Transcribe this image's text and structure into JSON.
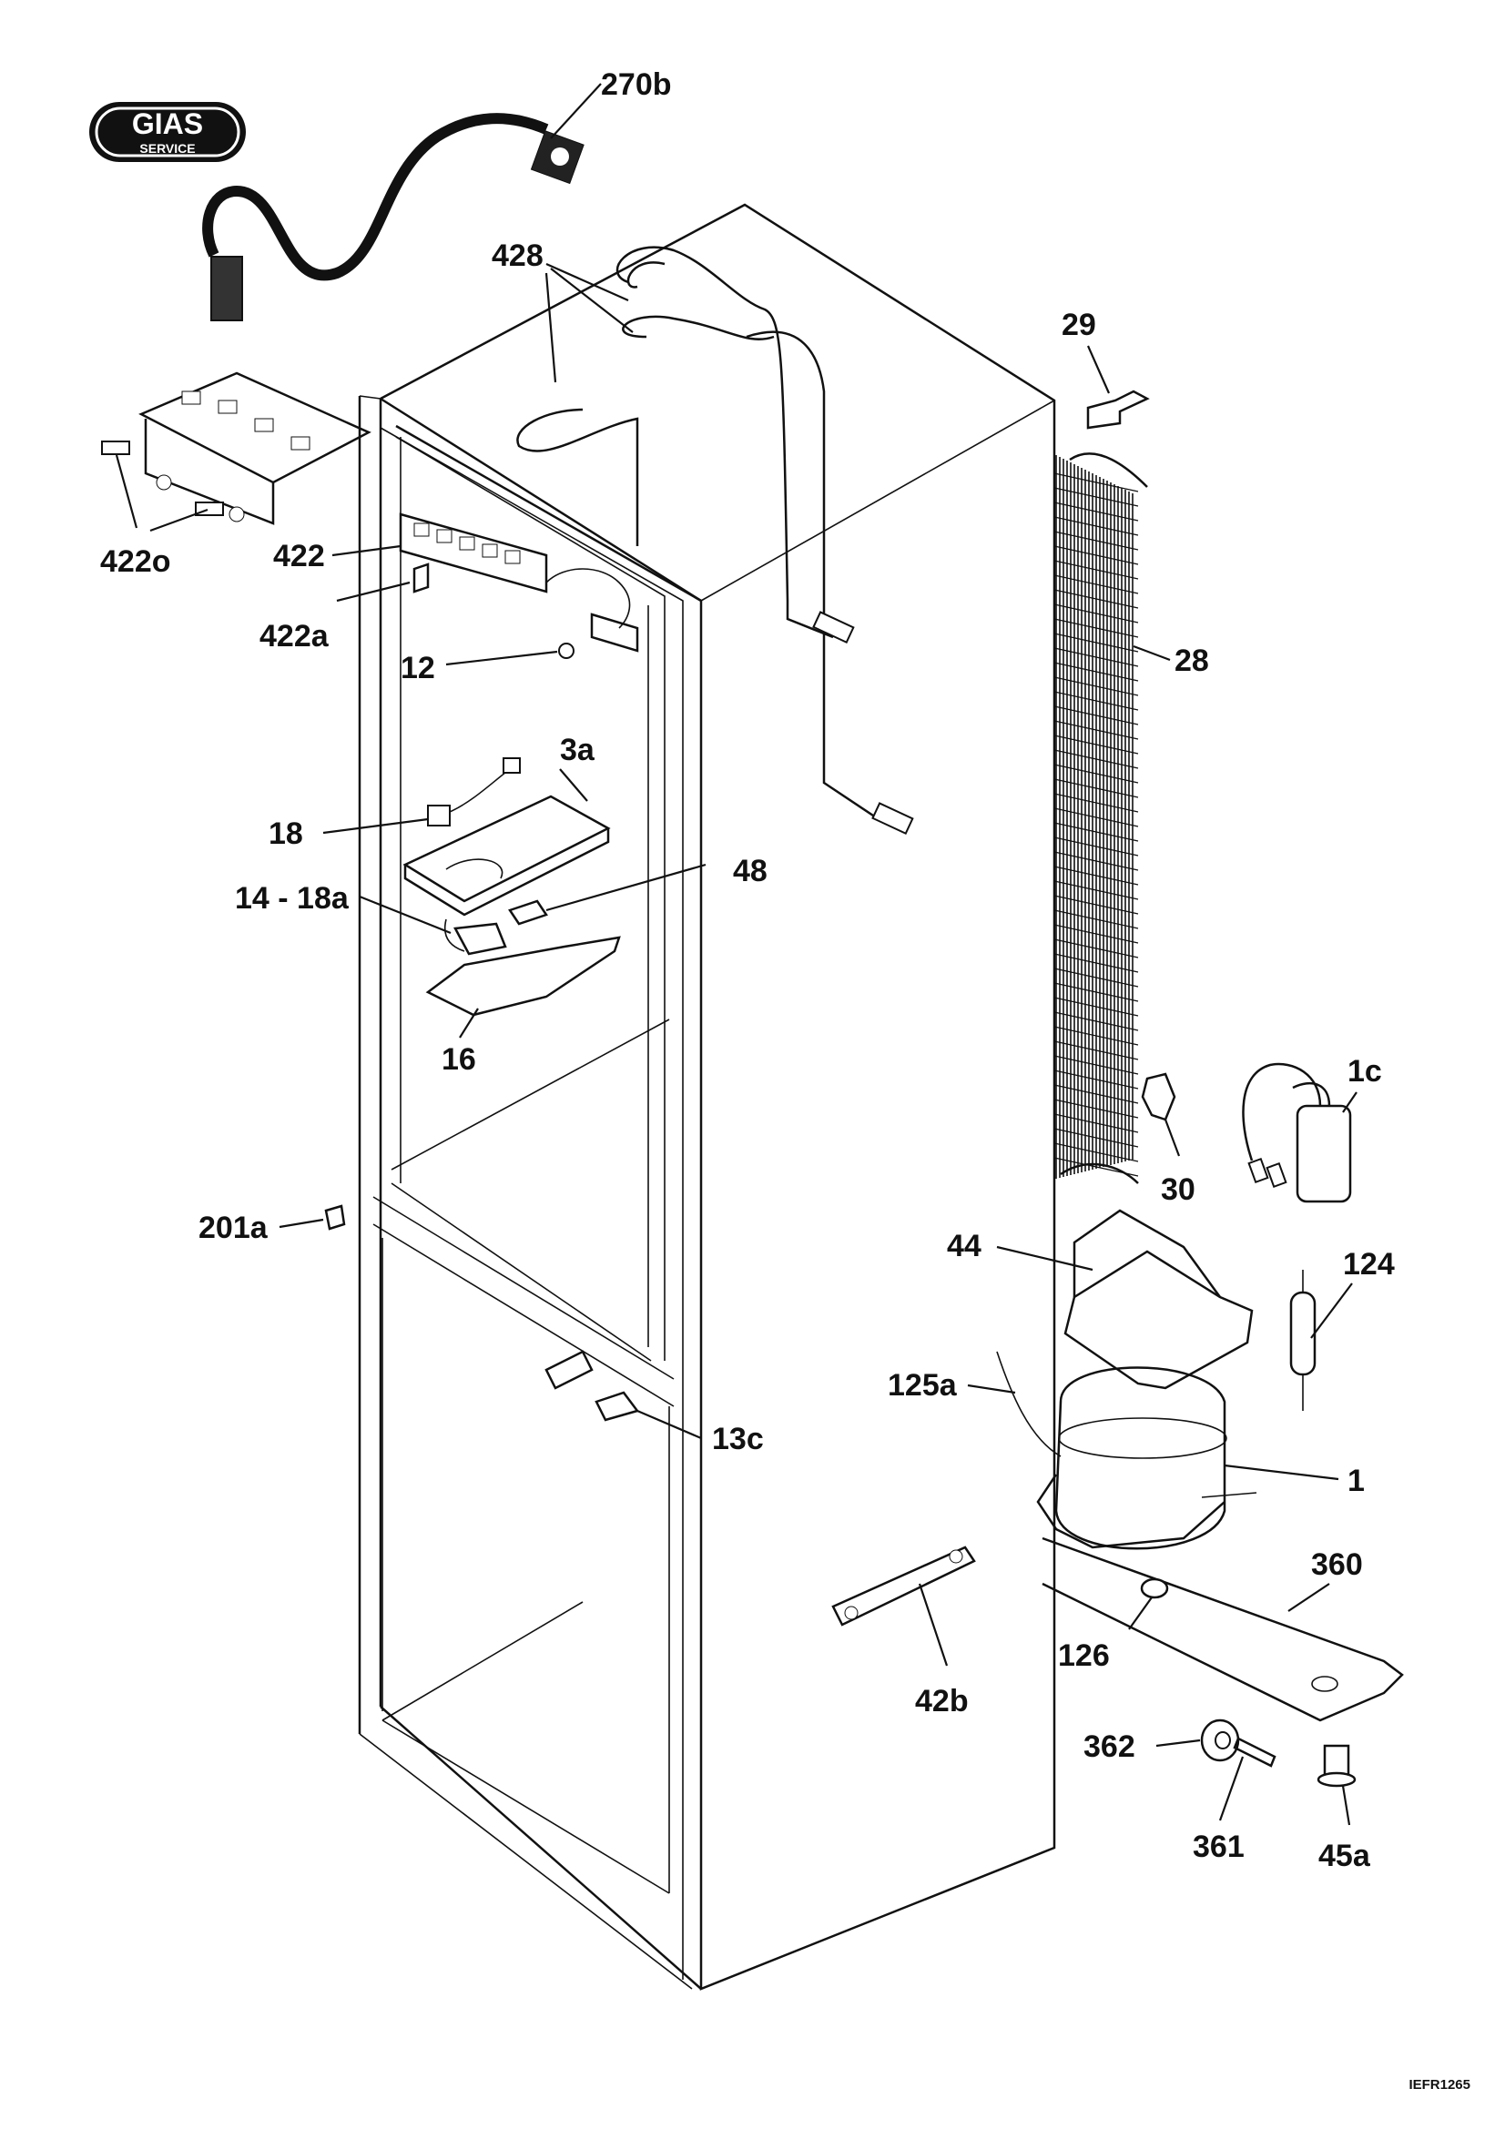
{
  "logo": {
    "brand": "GIAS",
    "sub": "SERVICE"
  },
  "drawing_code": "IEFR1265",
  "labels": {
    "l270b": "270b",
    "l428": "428",
    "l29": "29",
    "l422o": "422o",
    "l422": "422",
    "l422a": "422a",
    "l12": "12",
    "l28": "28",
    "l3a": "3a",
    "l18": "18",
    "l48": "48",
    "l1418a": "14 - 18a",
    "l16": "16",
    "l1c": "1c",
    "l30": "30",
    "l201a": "201a",
    "l44": "44",
    "l124": "124",
    "l125a": "125a",
    "l13c": "13c",
    "l1": "1",
    "l360": "360",
    "l126": "126",
    "l42b": "42b",
    "l362": "362",
    "l361": "361",
    "l45a": "45a"
  }
}
